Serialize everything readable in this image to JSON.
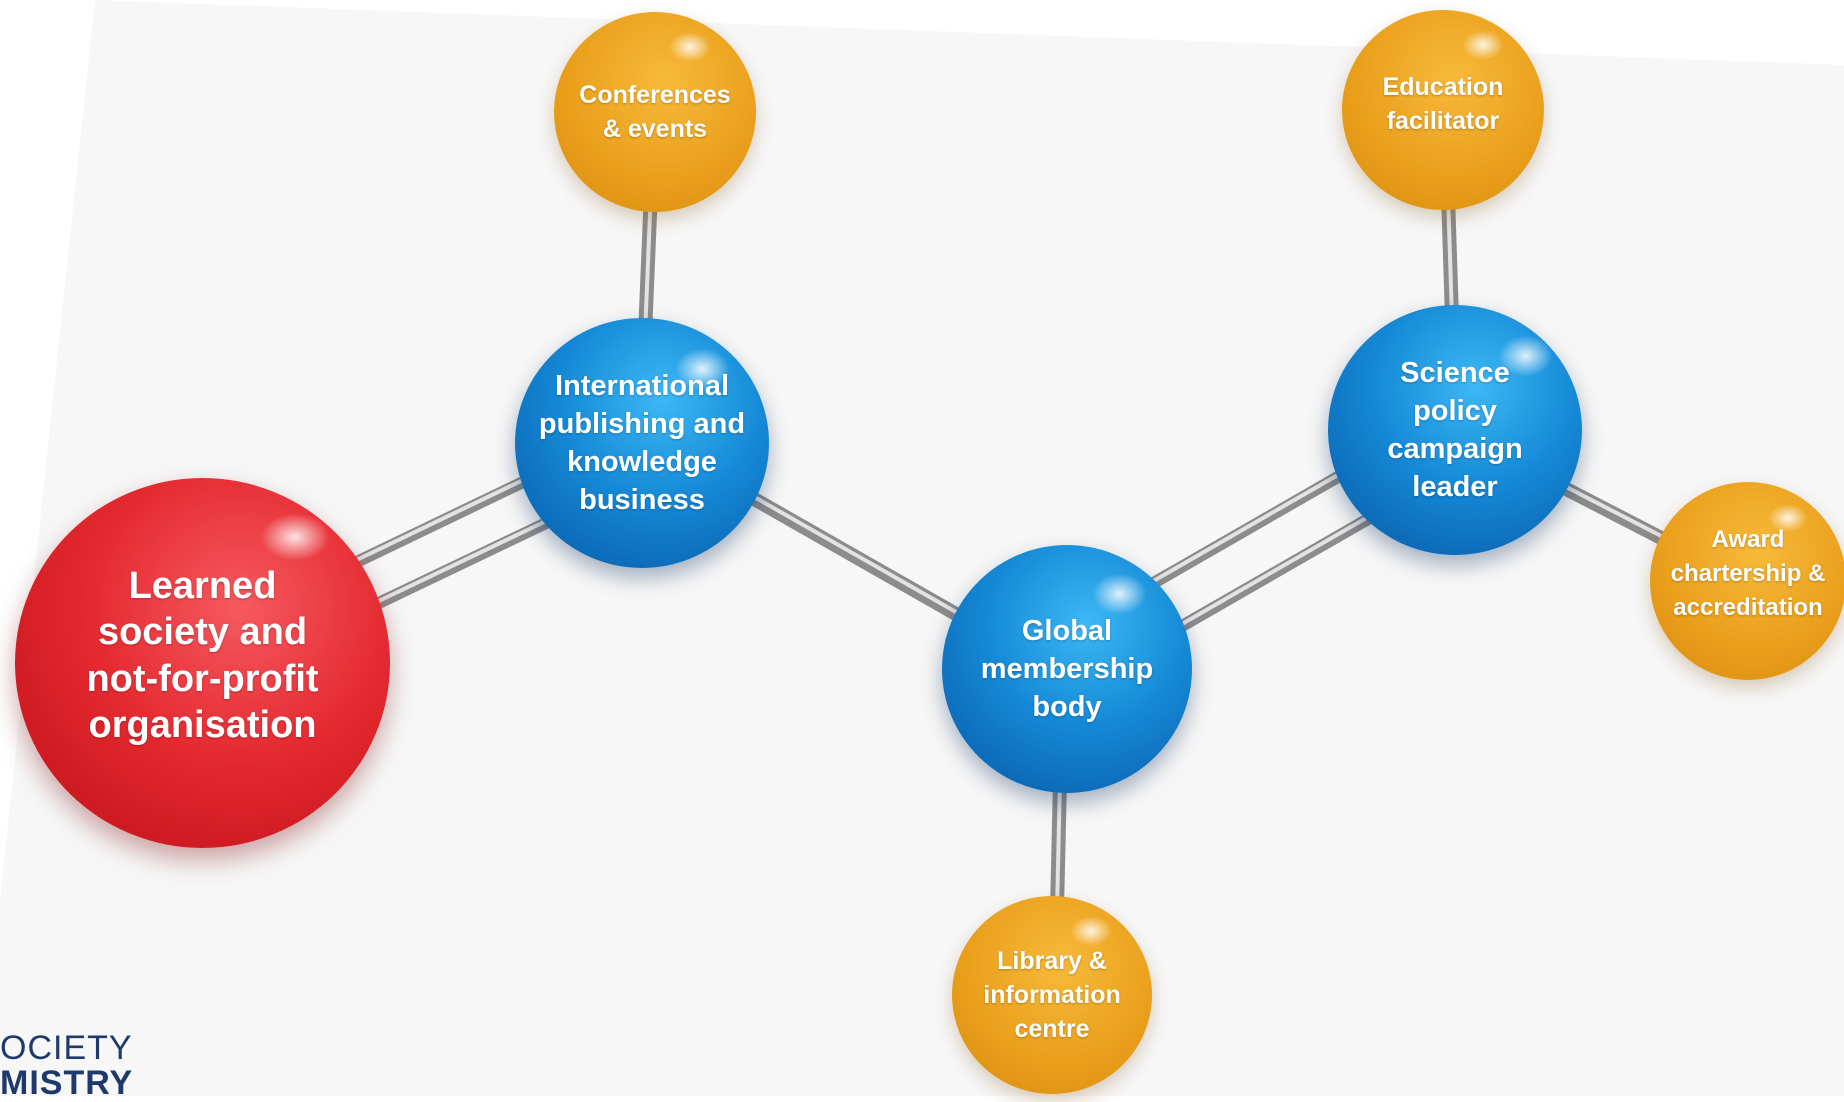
{
  "nodes": {
    "learned": "Learned\nsociety and\nnot-for-profit\norganisation",
    "publishing": "International\npublishing and\nknowledge\nbusiness",
    "membership": "Global\nmembership\nbody",
    "policy": "Science\npolicy\ncampaign\nleader",
    "conferences": "Conferences\n& events",
    "education": "Education\nfacilitator",
    "award": "Award\nchartership &\naccreditation",
    "library": "Library &\ninformation\ncentre"
  },
  "logo": {
    "line1": "OCIETY",
    "line2": "MISTRY"
  },
  "colors": {
    "red_node": "#e52a31",
    "blue_node": "#1589d6",
    "orange_node": "#eaa01d",
    "bond": "#9a9a9a",
    "logo": "#1d3a6b"
  }
}
